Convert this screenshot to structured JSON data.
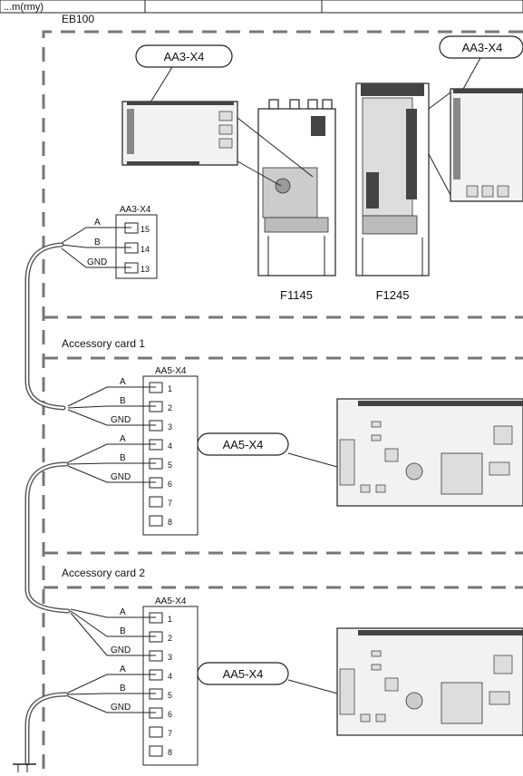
{
  "header_row": {
    "cell_1": "...m(rmy)",
    "cell_2": "",
    "cell_3": ""
  },
  "sections": {
    "eb100": {
      "title": "EB100",
      "callout_left": "AA3-X4",
      "callout_right": "AA3-X4",
      "terminal_label": "AA3-X4",
      "units": [
        "F1145",
        "F1245"
      ],
      "signals": [
        "A",
        "B",
        "GND"
      ],
      "pins": [
        "15",
        "14",
        "13"
      ]
    },
    "card1": {
      "title": "Accessory card 1",
      "terminal_label": "AA5-X4",
      "callout": "AA5-X4",
      "signals_in": [
        "A",
        "B",
        "GND"
      ],
      "signals_out": [
        "A",
        "B",
        "GND"
      ],
      "pins": [
        "1",
        "2",
        "3",
        "4",
        "5",
        "6",
        "7",
        "8"
      ]
    },
    "card2": {
      "title": "Accessory card 2",
      "terminal_label": "AA5-X4",
      "callout": "AA5-X4",
      "signals_in": [
        "A",
        "B",
        "GND"
      ],
      "signals_out": [
        "A",
        "B",
        "GND"
      ],
      "pins": [
        "1",
        "2",
        "3",
        "4",
        "5",
        "6",
        "7",
        "8"
      ]
    }
  }
}
